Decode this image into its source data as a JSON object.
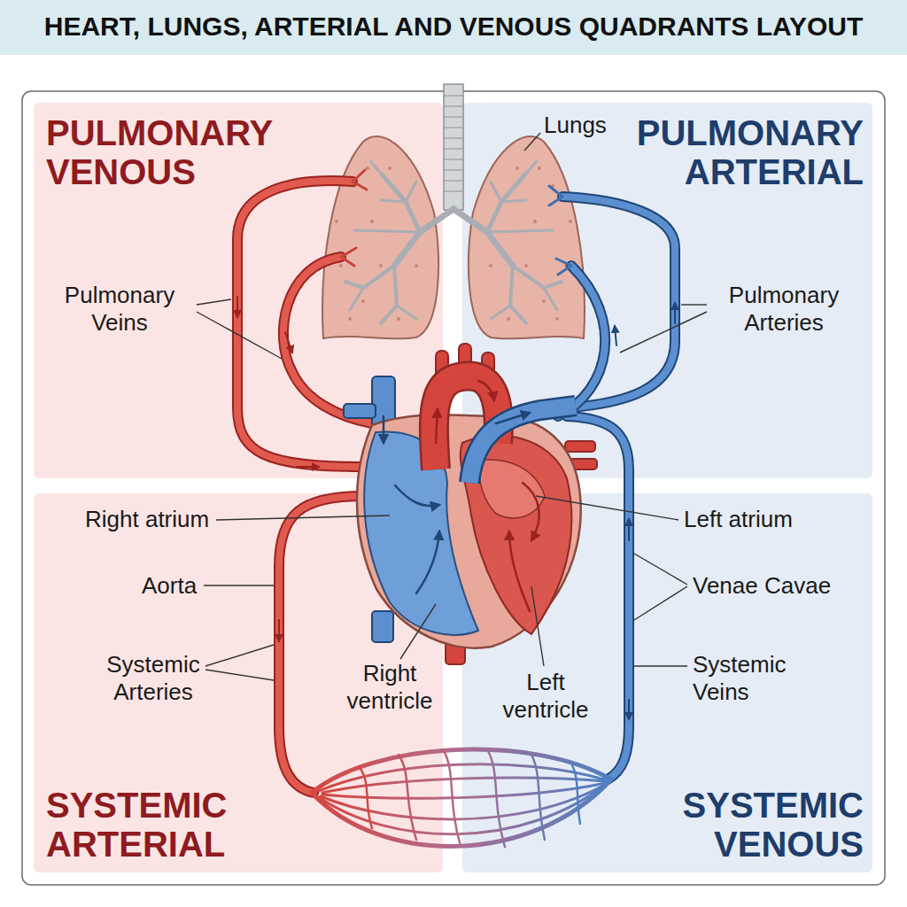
{
  "diagram": {
    "title": "HEART, LUNGS, ARTERIAL AND VENOUS QUADRANTS LAYOUT",
    "nodes": [
      {
        "text": [
          "PULMONARY VENOUS"
        ]
      },
      {
        "text": [
          "PULMONARY ARTERIAL"
        ]
      },
      {
        "text": [
          "SYSTEMIC ARTERIAL"
        ]
      },
      {
        "text": [
          "SYSTEMIC VENOUS"
        ]
      }
    ],
    "labels": [
      "Lungs",
      "Pulmonary Veins",
      "Pulmonary Arteries",
      "Right atrium",
      "Left atrium",
      "Aorta",
      "Venae Cavae",
      "Systemic Arteries",
      "Right ventricle",
      "Left ventricle",
      "Systemic Veins"
    ]
  }
}
